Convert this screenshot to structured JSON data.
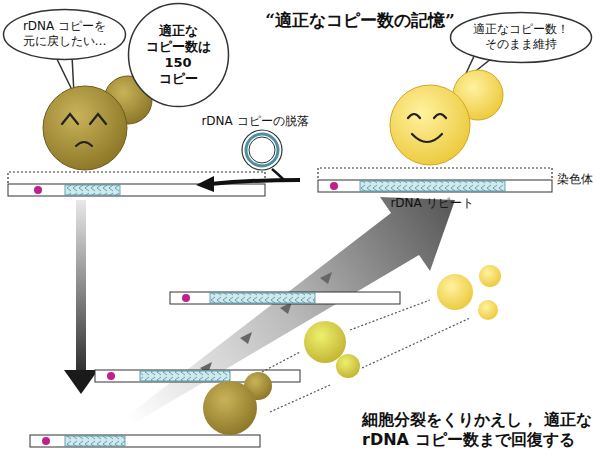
{
  "diagram": {
    "title": "“適正なコピー数の記憶”",
    "nodes": [
      {
        "text": [
          "rDNA コピーを 元に戻したい…"
        ]
      },
      {
        "text": [
          "適正な コピー数は 150 コピー"
        ]
      },
      {
        "text": [
          "適正なコピー数！ そのまま維持"
        ]
      }
    ],
    "labels": [
      "rDNA コピーの脱落",
      "染色体",
      "rDNA リピート",
      "細胞分裂をくりかえし， 適正な rDNA コピー数まで回復する"
    ]
  }
}
